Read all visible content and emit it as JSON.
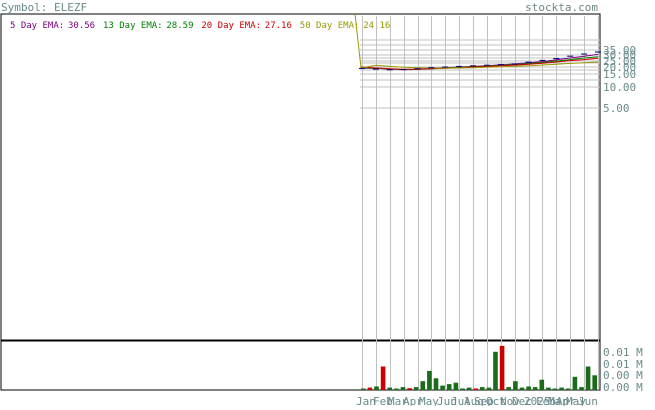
{
  "header": {
    "symbol_label": "Symbol: ELEZF",
    "site": "stockta.com"
  },
  "colors": {
    "ema5": "#800080",
    "ema13": "#008000",
    "ema20": "#cc0000",
    "ema50": "#999900",
    "axis_text": "#6a8a8a",
    "grid": "#c0c0c0",
    "vol_up": "#1a6b1a",
    "vol_down": "#cc0000",
    "frame": "#000000"
  },
  "legend": [
    {
      "label": "5 Day EMA:",
      "value": "30.56",
      "color": "#800080"
    },
    {
      "label": "13 Day EMA:",
      "value": "28.59",
      "color": "#008000"
    },
    {
      "label": "20 Day EMA:",
      "value": "27.16",
      "color": "#cc0000"
    },
    {
      "label": "50 Day EMA:",
      "value": "24.16",
      "color": "#999900"
    }
  ],
  "chart_data": {
    "type": "line",
    "price_axis": {
      "ticks": [
        35,
        30,
        25,
        20,
        15,
        10,
        5
      ],
      "tick_labels": [
        "35.00",
        "30.00",
        "25.00",
        "20.00",
        "15.00",
        "10.00",
        "5.00"
      ],
      "ylim": [
        0,
        40
      ]
    },
    "months": [
      "Jan",
      "Feb",
      "Mar",
      "Apr",
      "May",
      "Jun",
      "Jul",
      "Aug",
      "Sep",
      "Oct",
      "Nov",
      "Dec",
      "2025",
      "Feb",
      "Mar",
      "Apr",
      "May",
      "Jun"
    ],
    "x_tick_labels": [
      "Jan",
      "Feb",
      "Mar",
      "Apr",
      "May",
      "Jun",
      "Jul",
      "Aug",
      "Sep",
      "Oct",
      "Nov",
      "Dec",
      "2025",
      "Feb",
      "Mar",
      "Apr",
      "May",
      "Jun"
    ],
    "series": [
      {
        "key": "ema5",
        "values": [
          19,
          19.2,
          18.5,
          18,
          18.3,
          19,
          19.5,
          20,
          20.5,
          21,
          21.8,
          22.5,
          23.5,
          24.5,
          26,
          27.5,
          29,
          30.56
        ]
      },
      {
        "key": "ema13",
        "values": [
          19.5,
          19,
          18.6,
          18.2,
          18.4,
          18.8,
          19.2,
          19.8,
          20.2,
          20.8,
          21.5,
          22,
          22.8,
          23.8,
          25,
          26.2,
          27.5,
          28.59
        ]
      },
      {
        "key": "ema20",
        "values": [
          20,
          19.3,
          18.8,
          18.4,
          18.5,
          18.8,
          19.1,
          19.5,
          20,
          20.5,
          21,
          21.6,
          22.3,
          23.2,
          24.2,
          25.3,
          26.2,
          27.16
        ]
      },
      {
        "key": "ema50",
        "values": [
          200,
          21.5,
          20.5,
          19.8,
          19.5,
          19.3,
          19.2,
          19.3,
          19.5,
          19.8,
          20.2,
          20.6,
          21.1,
          21.7,
          22.3,
          23,
          23.6,
          24.16
        ]
      }
    ],
    "price_bars": [
      19,
      18.5,
      18,
      18.2,
      18.8,
      19.5,
      20,
      20.5,
      21,
      21.5,
      22,
      22.5,
      24,
      25.5,
      27,
      29,
      31,
      33
    ],
    "volume": {
      "tick_labels": [
        "0.01 M",
        "0.01 M",
        "0.00 M",
        "0.00 M"
      ],
      "ticks": [
        0.012,
        0.008,
        0.004,
        0.0
      ],
      "ylim": [
        0,
        0.016
      ],
      "bars": [
        {
          "v": 0.0005,
          "up": true
        },
        {
          "v": 0.0008,
          "up": false
        },
        {
          "v": 0.0012,
          "up": true
        },
        {
          "v": 0.008,
          "up": false
        },
        {
          "v": 0.0008,
          "up": true
        },
        {
          "v": 0.0005,
          "up": true
        },
        {
          "v": 0.001,
          "up": true
        },
        {
          "v": 0.0006,
          "up": false
        },
        {
          "v": 0.001,
          "up": true
        },
        {
          "v": 0.003,
          "up": true
        },
        {
          "v": 0.0065,
          "up": true
        },
        {
          "v": 0.004,
          "up": true
        },
        {
          "v": 0.0015,
          "up": true
        },
        {
          "v": 0.002,
          "up": true
        },
        {
          "v": 0.0025,
          "up": true
        },
        {
          "v": 0.0005,
          "up": true
        },
        {
          "v": 0.0008,
          "up": true
        },
        {
          "v": 0.0005,
          "up": false
        },
        {
          "v": 0.001,
          "up": true
        },
        {
          "v": 0.0008,
          "up": true
        },
        {
          "v": 0.013,
          "up": true
        },
        {
          "v": 0.015,
          "up": false
        },
        {
          "v": 0.001,
          "up": true
        },
        {
          "v": 0.003,
          "up": true
        },
        {
          "v": 0.0008,
          "up": true
        },
        {
          "v": 0.0012,
          "up": true
        },
        {
          "v": 0.001,
          "up": true
        },
        {
          "v": 0.0035,
          "up": true
        },
        {
          "v": 0.0008,
          "up": true
        },
        {
          "v": 0.0005,
          "up": true
        },
        {
          "v": 0.0008,
          "up": true
        },
        {
          "v": 0.0005,
          "up": true
        },
        {
          "v": 0.0045,
          "up": true
        },
        {
          "v": 0.001,
          "up": true
        },
        {
          "v": 0.008,
          "up": true
        },
        {
          "v": 0.005,
          "up": true
        }
      ]
    }
  }
}
